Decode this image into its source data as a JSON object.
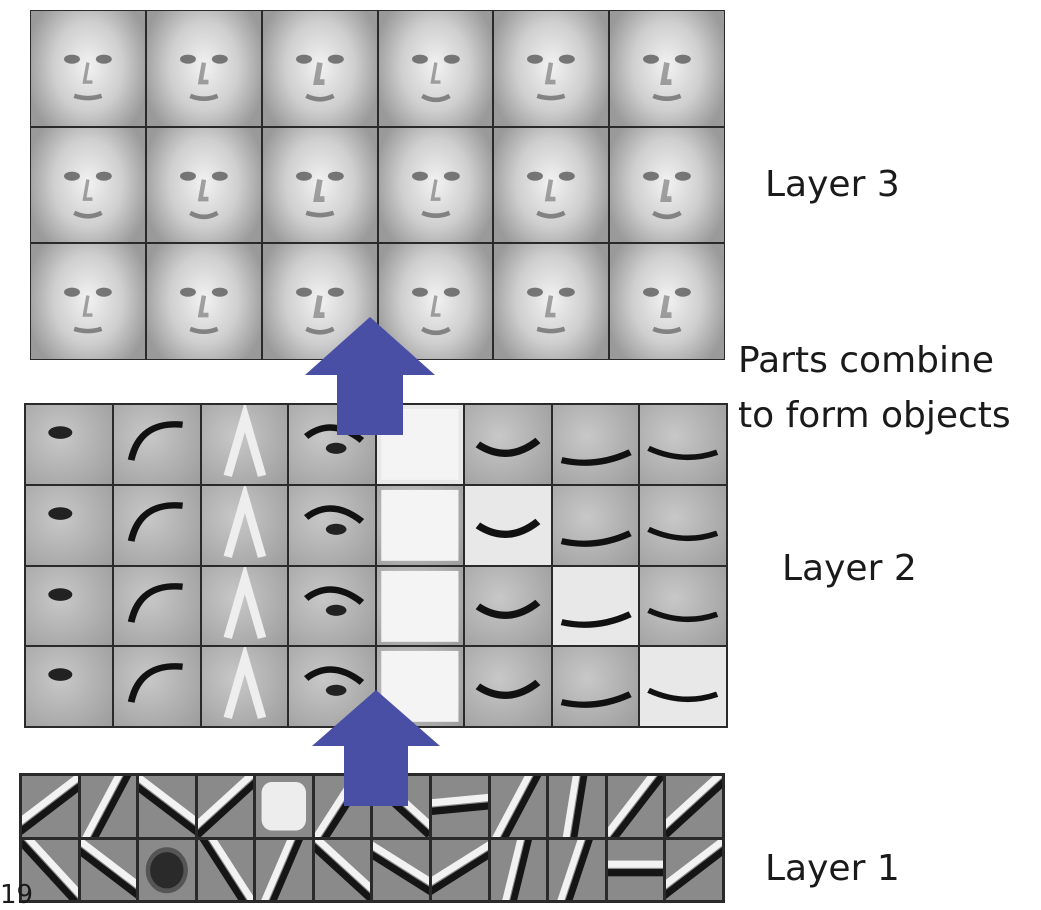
{
  "labels": {
    "layer3": "Layer 3",
    "layer2": "Layer 2",
    "layer1": "Layer 1",
    "combine_line1": "Parts combine",
    "combine_line2": "to form objects",
    "slide_number": "19"
  },
  "colors": {
    "arrow": "#4a4fa6",
    "grid_border": "#2a2a2a",
    "text": "#1a1a1a",
    "background": "#ffffff"
  },
  "grids": {
    "layer3": {
      "rows": 3,
      "cols": 6,
      "content": "face-features"
    },
    "layer2": {
      "rows": 4,
      "cols": 8,
      "content": "face-part-features"
    },
    "layer1": {
      "rows": 2,
      "cols": 12,
      "content": "edge-features"
    }
  },
  "layer1_orientations_deg": [
    35,
    60,
    -35,
    40,
    null,
    55,
    -40,
    5,
    60,
    80,
    50,
    40,
    -45,
    -35,
    null,
    -55,
    65,
    -40,
    -30,
    30,
    75,
    70,
    0,
    35
  ],
  "arrows": [
    "layer1-to-layer2",
    "layer2-to-layer3"
  ]
}
